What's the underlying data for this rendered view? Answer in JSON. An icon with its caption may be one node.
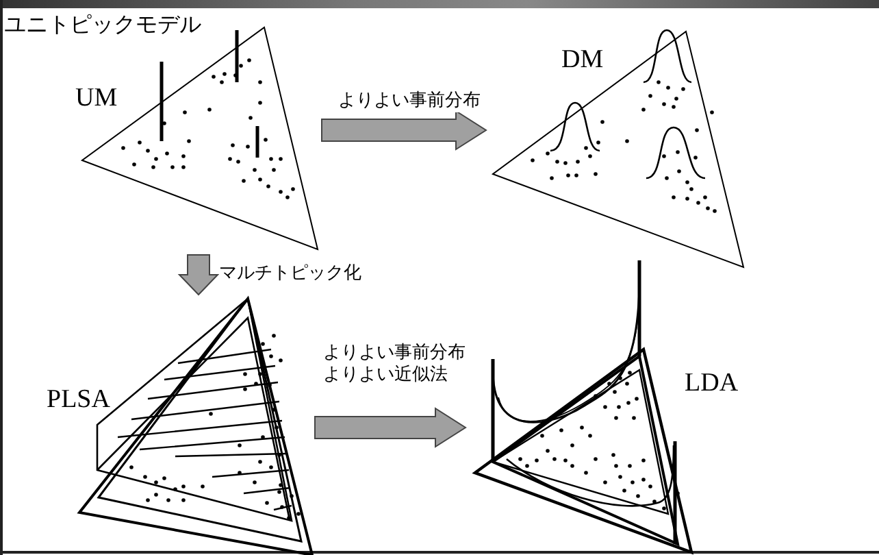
{
  "diagram": {
    "title": "ユニトピックモデル",
    "nodes": [
      {
        "text": [
          "UM"
        ]
      },
      {
        "text": [
          "DM"
        ]
      },
      {
        "text": [
          "PLSA"
        ]
      },
      {
        "text": [
          "LDA"
        ]
      }
    ],
    "edges": [
      {
        "from": 0,
        "to": 1,
        "arrow": "to",
        "label": "よりよい事前分布"
      },
      {
        "from": 0,
        "to": 2,
        "arrow": "to",
        "label": "マルチトピック化"
      },
      {
        "from": 2,
        "to": 3,
        "arrow": "to",
        "label": "よりよい事前分布よりよい近似法"
      }
    ]
  }
}
